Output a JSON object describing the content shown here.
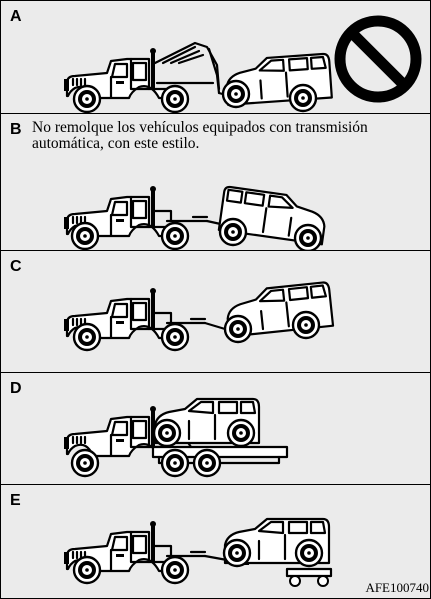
{
  "panels": [
    {
      "id": "A",
      "label": "A",
      "note": ""
    },
    {
      "id": "B",
      "label": "B",
      "note": "No remolque los vehículos equipados con transmisión automática, con este estilo."
    },
    {
      "id": "C",
      "label": "C",
      "note": ""
    },
    {
      "id": "D",
      "label": "D",
      "note": ""
    },
    {
      "id": "E",
      "label": "E",
      "note": ""
    }
  ],
  "figure_code": "AFE100740"
}
